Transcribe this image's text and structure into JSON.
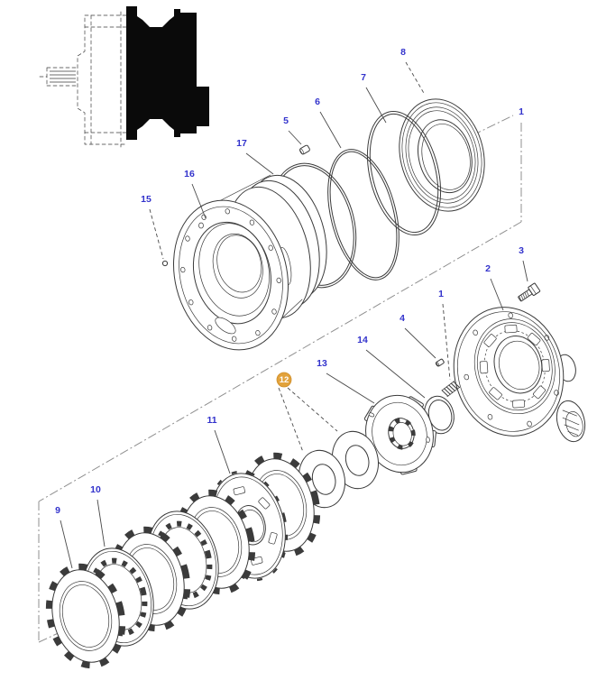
{
  "diagram": {
    "type": "exploded-parts-diagram",
    "background": "#ffffff",
    "colors": {
      "callout_text": "#3333cc",
      "callout_highlight_fill": "#e2a23b",
      "callout_highlight_text": "#ffffff",
      "part_line": "#3b3b3b",
      "centerline": "#8f8f8f"
    },
    "thumbnail": {
      "name": "assembly-side-view-thumbnail"
    },
    "callouts": [
      {
        "part": "8",
        "highlighted": false
      },
      {
        "part": "7",
        "highlighted": false
      },
      {
        "part": "6",
        "highlighted": false
      },
      {
        "part": "5",
        "highlighted": false
      },
      {
        "part": "17",
        "highlighted": false
      },
      {
        "part": "16",
        "highlighted": false
      },
      {
        "part": "15",
        "highlighted": false
      },
      {
        "part": "1",
        "highlighted": false
      },
      {
        "part": "3",
        "highlighted": false
      },
      {
        "part": "2",
        "highlighted": false
      },
      {
        "part": "1",
        "highlighted": false
      },
      {
        "part": "4",
        "highlighted": false
      },
      {
        "part": "14",
        "highlighted": false
      },
      {
        "part": "13",
        "highlighted": false
      },
      {
        "part": "12",
        "highlighted": true
      },
      {
        "part": "11",
        "highlighted": false
      },
      {
        "part": "10",
        "highlighted": false
      },
      {
        "part": "9",
        "highlighted": false
      }
    ]
  }
}
